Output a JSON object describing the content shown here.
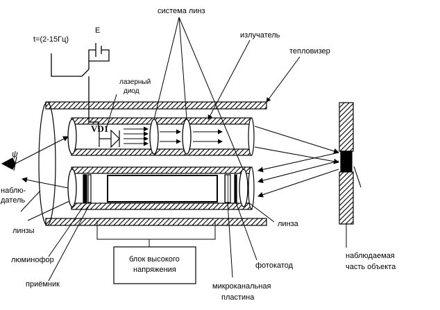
{
  "labels": {
    "lens_system": "система линз",
    "emitter": "излучатель",
    "thermal_imager": "тепловизер",
    "frequency": "t=(2-15Гц)",
    "voltage_source": "E",
    "laser_diode_line1": "лазерный",
    "laser_diode_line2": "диод",
    "vd1": "VD1",
    "psi": "ψ",
    "observer_line1": "наблю-",
    "observer_line2": "датель",
    "lenses": "линзы",
    "luminophore": "люминофор",
    "receiver": "приёмник",
    "hv_block_line1": "блок высокого",
    "hv_block_line2": "напряжения",
    "mcp_line1": "микроканальная",
    "mcp_line2": "пластина",
    "photocathode": "фотокатод",
    "lens": "линза",
    "object_line1": "наблюдаемая",
    "object_line2": "часть объекта"
  },
  "colors": {
    "ink": "#000000",
    "hatch": "#000000",
    "background": "#ffffff"
  }
}
